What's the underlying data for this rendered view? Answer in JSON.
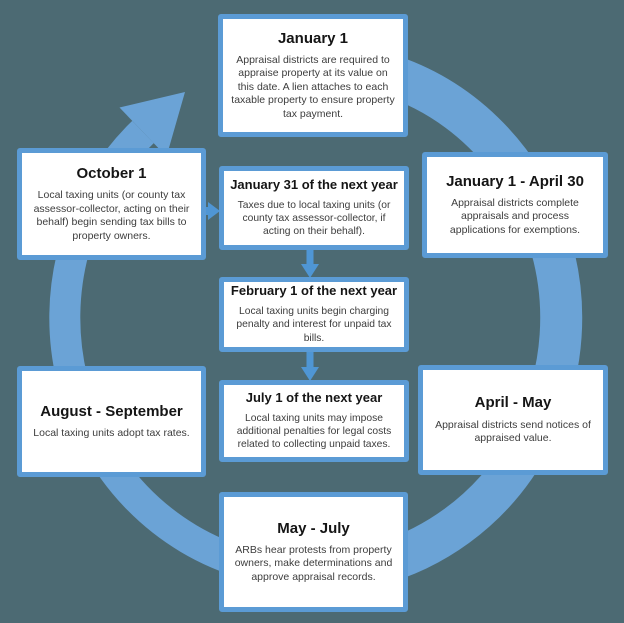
{
  "diagram_name": "property-tax-calendar-cycle",
  "colors": {
    "background": "#4c6a73",
    "ring_blue": "#6ba3d6",
    "box_border_blue": "#5b9bd5",
    "arrow_blue": "#4f96d4",
    "box_fill": "#ffffff",
    "title_text": "#151515",
    "body_text": "#3d3d3d"
  },
  "icons": {
    "cycle_arrow": "clockwise-ring-arrow",
    "down_arrow": "▼",
    "right_arrow": "►"
  },
  "boxes": {
    "january1": {
      "title": "January 1",
      "body": "Appraisal districts are required to appraise property at its value on this date. A lien attaches to each taxable property to ensure property tax payment."
    },
    "jan31": {
      "title": "January 31 of the next year",
      "body": "Taxes due to local taxing units (or county tax assessor-collector, if acting on their behalf)."
    },
    "feb1": {
      "title": "February 1 of the next year",
      "body": "Local taxing units begin charging penalty and interest for unpaid tax bills."
    },
    "jul1": {
      "title": "July 1 of the next year",
      "body": "Local taxing units may impose additional penalties for legal costs related to collecting unpaid taxes."
    },
    "jan_apr": {
      "title": "January 1 - April 30",
      "body": "Appraisal districts complete appraisals and process applications for exemptions."
    },
    "apr_may": {
      "title": "April - May",
      "body": "Appraisal districts send notices of appraised value."
    },
    "may_jul": {
      "title": "May - July",
      "body": "ARBs hear protests from property owners, make determinations and approve appraisal records."
    },
    "aug_sep": {
      "title": "August - September",
      "body": "Local taxing units adopt tax rates."
    },
    "october": {
      "title": "October 1",
      "body": "Local taxing units (or county tax assessor-collector, acting on their behalf) begin sending tax bills to property owners."
    }
  }
}
